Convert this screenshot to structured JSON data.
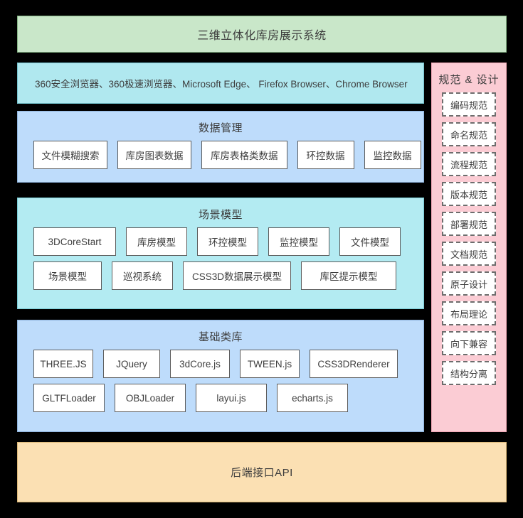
{
  "title_band": {
    "label": "三维立体化库房展示系统",
    "color": "#c9e7c9"
  },
  "browser_band": {
    "label": "360安全浏览器、360极速浏览器、Microsoft Edge、 Firefox Browser、Chrome Browser",
    "color": "#b0e8ef"
  },
  "data_band": {
    "title": "数据管理",
    "color": "#bedcfb",
    "nodes": [
      "文件模糊搜索",
      "库房图表数据",
      "库房表格类数据",
      "环控数据",
      "监控数据"
    ]
  },
  "scene_band": {
    "title": "场景模型",
    "color": "#b3ebf2",
    "row1": [
      "3DCoreStart",
      "库房模型",
      "环控模型",
      "监控模型",
      "文件模型"
    ],
    "row2": [
      "场景模型",
      "巡视系统",
      "CSS3D数据展示模型",
      "库区提示模型"
    ]
  },
  "lib_band": {
    "title": "基础类库",
    "color": "#bedcfb",
    "row1": [
      "THREE.JS",
      "JQuery",
      "3dCore.js",
      "TWEEN.js",
      "CSS3DRenderer"
    ],
    "row2": [
      "GLTFLoader",
      "OBJLoader",
      "layui.js",
      "echarts.js"
    ]
  },
  "api_band": {
    "label": "后端接口API",
    "color": "#fbe0b3"
  },
  "spec_panel": {
    "title": "规范 & 设计",
    "color": "#fbccd4",
    "items": [
      "编码规范",
      "命名规范",
      "流程规范",
      "版本规范",
      "部署规范",
      "文档规范",
      "原子设计",
      "布局理论",
      "向下兼容",
      "结构分离"
    ]
  }
}
